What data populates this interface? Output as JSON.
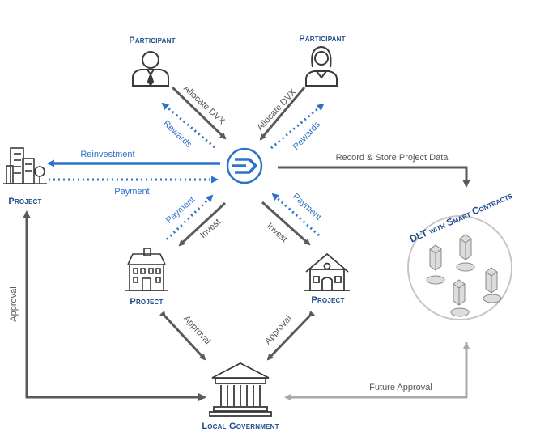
{
  "colors": {
    "dark_arrow": "#5a5a5a",
    "blue": "#2f73c9",
    "light_arrow": "#a9a9a9",
    "title": "#1d4a8c",
    "icon_stroke": "#3a3a3a"
  },
  "nodes": {
    "participant_left": "Participant",
    "participant_right": "Participant",
    "project_left": "Project",
    "project_house_left": "Project",
    "project_house_right": "Project",
    "local_government": "Local Government",
    "dlt": "DLT with Smart Contracts"
  },
  "edges": {
    "allocate_left": "Allocate DVX",
    "rewards_left": "Rewards",
    "allocate_right": "Allocate DVX",
    "rewards_right": "Rewards",
    "reinvestment": "Reinvestment",
    "payment_left": "Payment",
    "record_store": "Record & Store Project Data",
    "payment_lower_left": "Payment",
    "invest_left": "Invest",
    "invest_right": "Invest",
    "payment_lower_right": "Payment",
    "approval_left_house": "Approval",
    "approval_right_house": "Approval",
    "approval_vertical": "Approval",
    "future_approval": "Future Approval"
  },
  "icons": {
    "participant_left": "man-user-icon",
    "participant_right": "woman-user-icon",
    "project_left": "city-buildings-icon",
    "project_house_left": "townhouse-icon",
    "project_house_right": "house-icon",
    "local_government": "government-building-icon",
    "hub": "dvx-logo-icon",
    "dlt_nodes": "database-cube-icon"
  }
}
